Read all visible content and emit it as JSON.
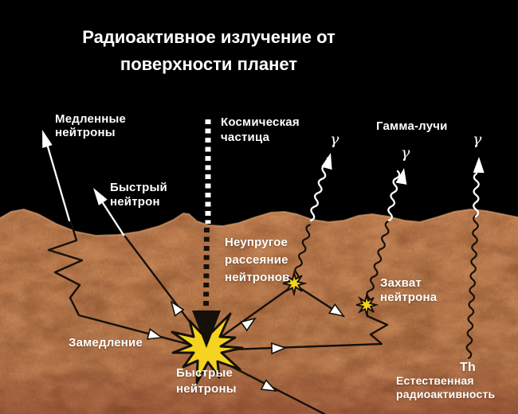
{
  "title": {
    "text": "Радиоактивное излучение от\nповерхности планет"
  },
  "labels": {
    "slow_neutrons": "Медленные\nнейтроны",
    "fast_neutron": "Быстрый\nнейтрон",
    "cosmic_particle": "Космическая\nчастица",
    "gamma_rays": "Гамма-лучи",
    "inelastic_scattering": "Неупругое\nрассеяние\nнейтронов",
    "neutron_capture": "Захват\nнейтрона",
    "moderation": "Замедление",
    "fast_neutrons": "Быстрые\nнейтроны",
    "thorium": "Th",
    "natural_radioactivity": "Естественная\nрадиоактивность",
    "gamma_symbol": "γ"
  },
  "colors": {
    "sky": "#000000",
    "soil_base": "#b97a4c",
    "soil_dark_patch": "#734121",
    "soil_light_patch": "#e0a873",
    "explosion_yellow": "#f5d31f",
    "underground_line": "#16100a",
    "above_ground_line": "#ffffff",
    "text": "#ffffff"
  }
}
